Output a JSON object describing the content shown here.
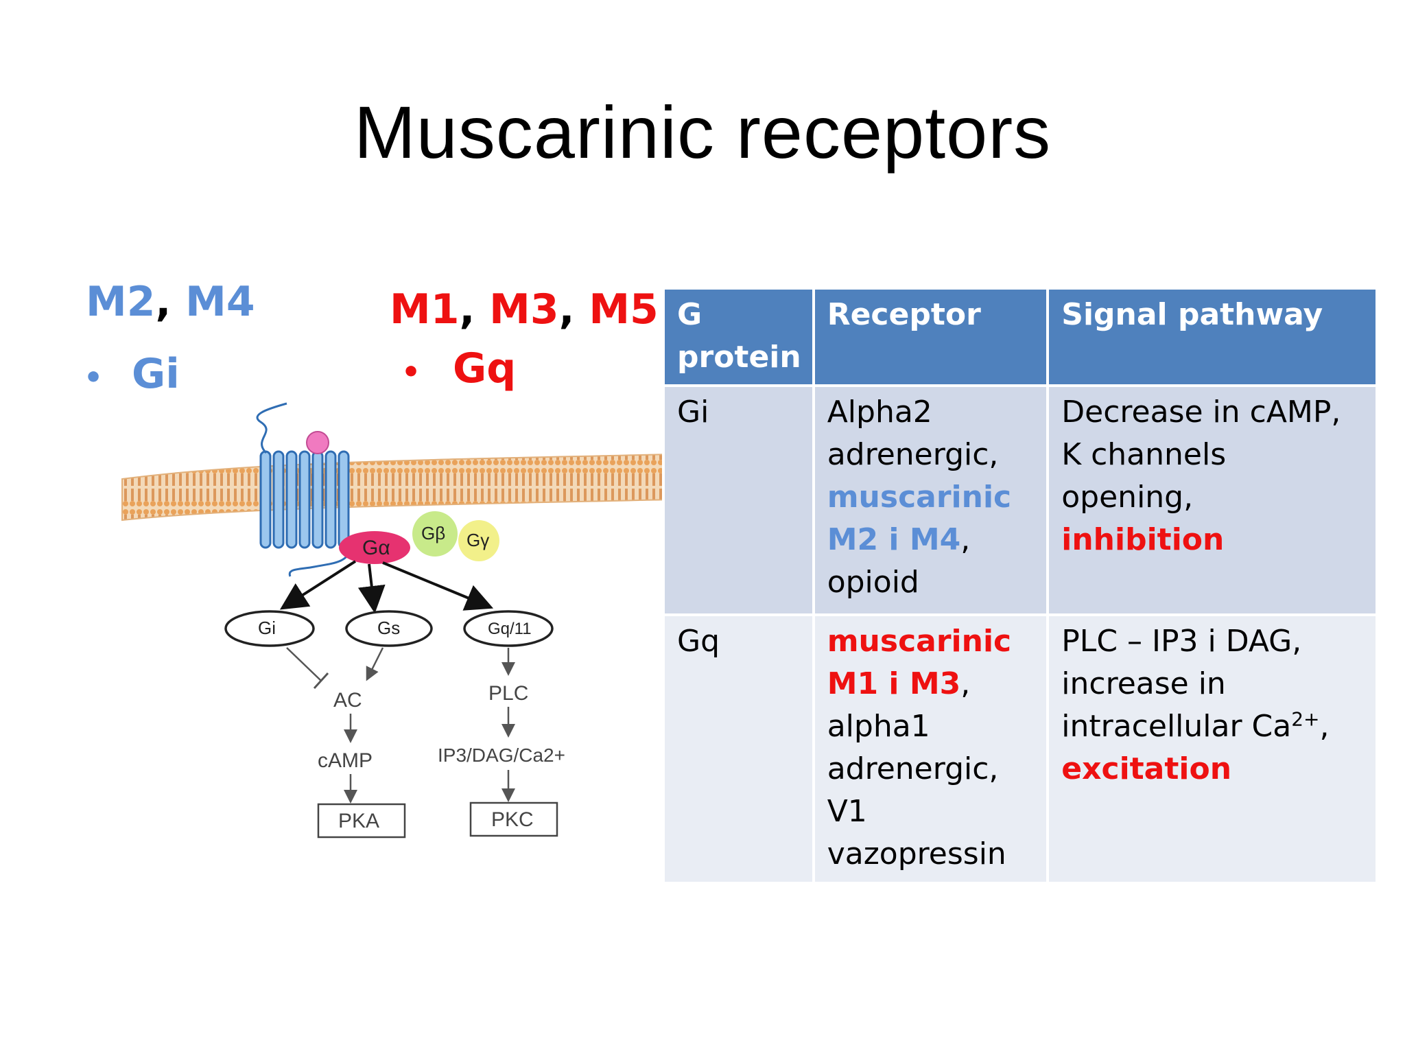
{
  "slide": {
    "title": "Muscarinic receptors"
  },
  "groups": {
    "left": {
      "a": "M2",
      "b": "M4",
      "bullet": "Gi"
    },
    "right": {
      "a": "M1",
      "b": "M3",
      "c": "M5",
      "bullet": "Gq"
    }
  },
  "diagram": {
    "g_alpha": "Gα",
    "g_beta": "Gβ",
    "g_gamma": "Gγ",
    "gi": "Gi",
    "gs": "Gs",
    "gq11": "Gq/11",
    "ac": "AC",
    "camp": "cAMP",
    "pka": "PKA",
    "plc": "PLC",
    "ip3": "IP3/DAG/Ca2+",
    "pkc": "PKC"
  },
  "table": {
    "headers": [
      "G protein",
      "Receptor",
      "Signal pathway"
    ],
    "r1": {
      "g": "Gi",
      "rec_a": "Alpha2 adrenergic,",
      "rec_b": "muscarinic M2 i M4",
      "rec_c": ",",
      "rec_d": "opioid",
      "sig_a": "Decrease in cAMP, K channels opening,",
      "sig_b": "inhibition"
    },
    "r2": {
      "g": "Gq",
      "rec_a": "muscarinic M1 i M3",
      "rec_b": ",",
      "rec_c": "alpha1 adrenergic,",
      "rec_d": "V1 vazopressin",
      "sig_a": "PLC – IP3 i DAG, increase in intracellular Ca",
      "sig_sup": "2+",
      "sig_b": ",",
      "sig_c": "excitation"
    }
  },
  "colors": {
    "blue": "#5b8ed6",
    "red": "#ee1111",
    "header": "#4f81bd"
  }
}
